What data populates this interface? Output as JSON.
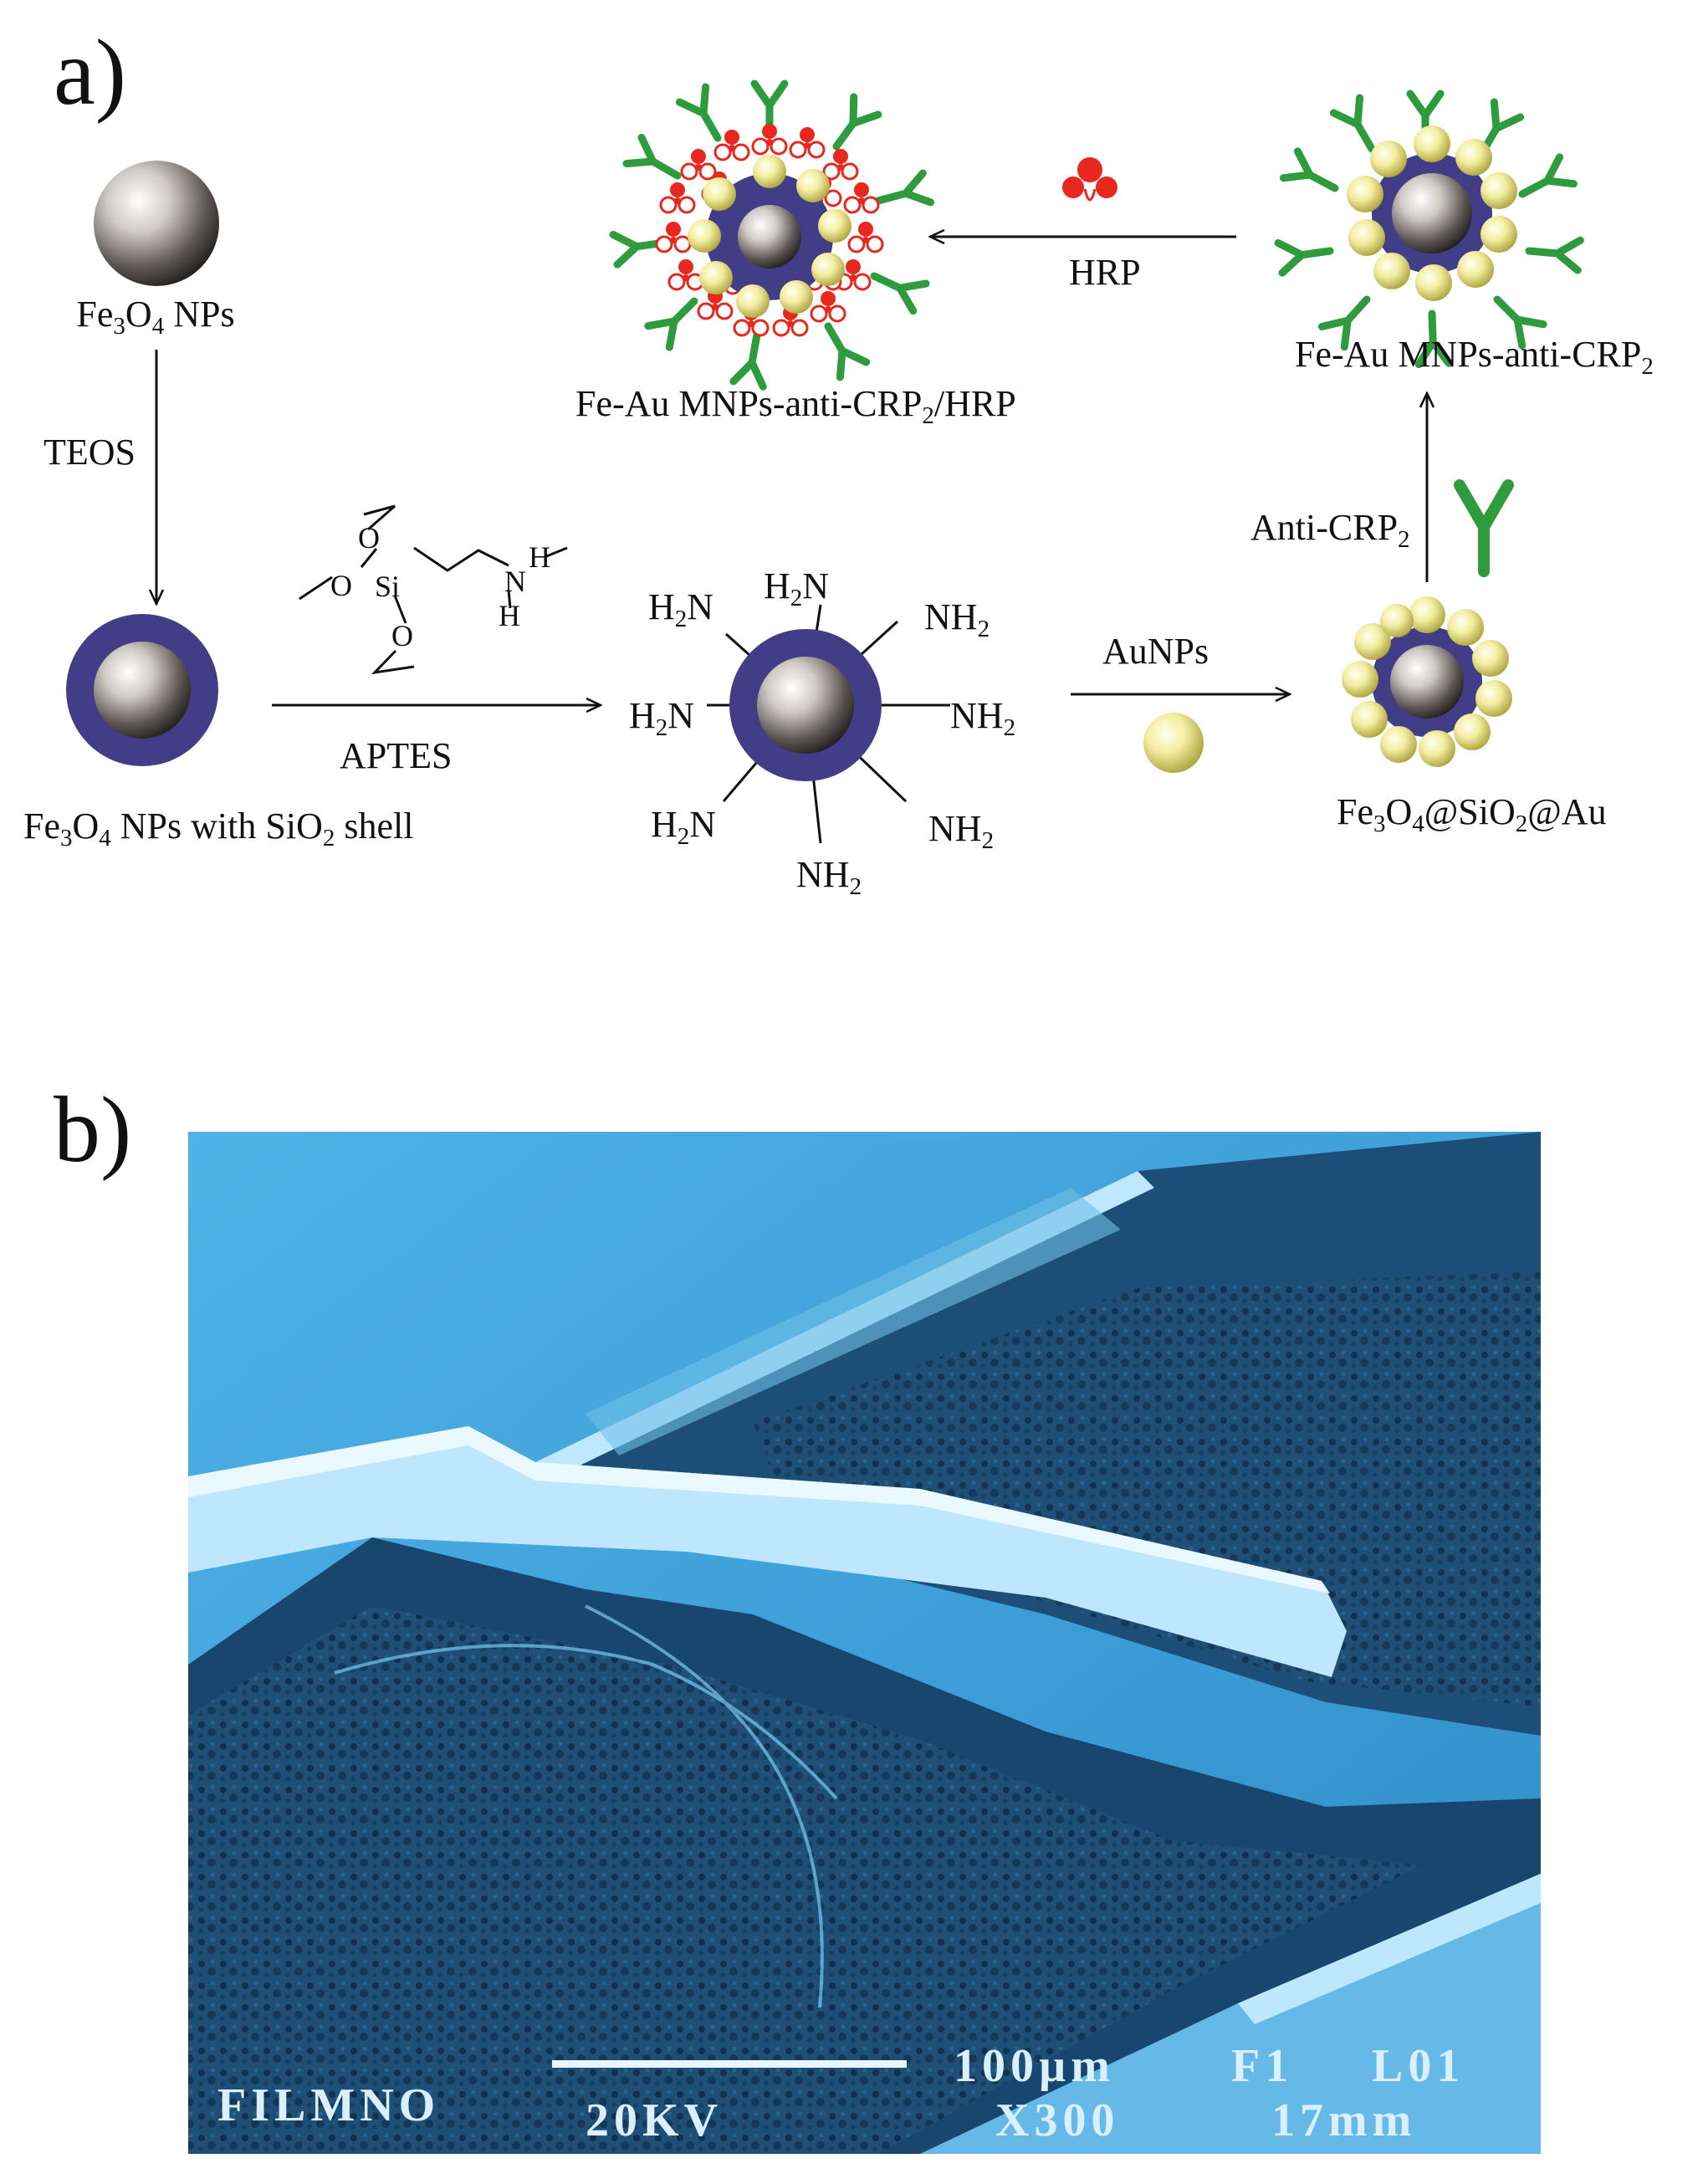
{
  "panels": {
    "a": "a)",
    "b": "b)"
  },
  "scheme": {
    "fe3o4": {
      "main": "Fe",
      "sub1": "3",
      "mid": "O",
      "sub2": "4",
      "tail": " NPs"
    },
    "teos": "TEOS",
    "shell": {
      "p1": "Fe",
      "s1": "3",
      "p2": "O",
      "s2": "4",
      "p3": " NPs with SiO",
      "s3": "2",
      "p4": " shell"
    },
    "aptes": "APTES",
    "aptes_atoms": {
      "o": "O",
      "si": "Si",
      "n": "N",
      "h": "H"
    },
    "amine": {
      "h2n": "H",
      "n2": "2",
      "n": "N",
      "nh": "NH",
      "sub": "2"
    },
    "aunps": "AuNPs",
    "core_shell_au": {
      "p1": "Fe",
      "s1": "3",
      "p2": "O",
      "s2": "4",
      "p3": "@SiO",
      "s3": "2",
      "p4": "@Au"
    },
    "anti_crp": {
      "main": "Anti-CRP",
      "sub": "2"
    },
    "fe_au_anti": {
      "main": "Fe-Au MNPs-anti-CRP",
      "sub": "2"
    },
    "hrp": "HRP",
    "fe_au_hrp": {
      "main": "Fe-Au MNPs-anti-CRP",
      "sub": "2",
      "tail": "/HRP"
    }
  },
  "sem_overlay": {
    "mode": "FILMNO",
    "voltage": "20KV",
    "scale": "100µm",
    "frame": "F1",
    "line": "L01",
    "magnification": "X300",
    "distance": "17mm"
  },
  "colors": {
    "silica_shell": "#423d86",
    "gold": "#f0ec9a",
    "antibody": "#2e9b3c",
    "hrp": "#e8281e",
    "sem_blue": "#3fa4dc"
  }
}
